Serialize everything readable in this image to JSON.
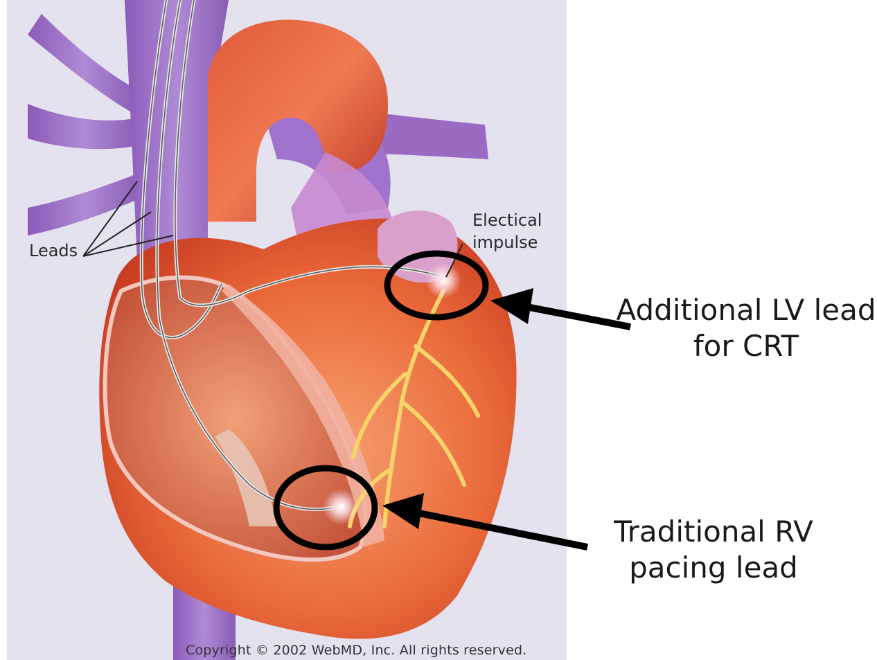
{
  "figure": {
    "image_labels": {
      "leads": "Leads",
      "impulse_line1": "Electical",
      "impulse_line2": "impulse",
      "copyright": "Copyright © 2002 WebMD, Inc. All rights reserved."
    },
    "annotations": {
      "lv_line1": "Additional LV lead",
      "lv_line2": "for CRT",
      "rv_line1": "Traditional RV",
      "rv_line2": "pacing lead"
    }
  },
  "colors": {
    "background": "#ffffff",
    "illustration_bg": "#e4e2ee",
    "vein_purple": "#9a6cc6",
    "muscle_red": "#d8462a",
    "muscle_orange": "#f08a50",
    "arrow_black": "#000000"
  }
}
